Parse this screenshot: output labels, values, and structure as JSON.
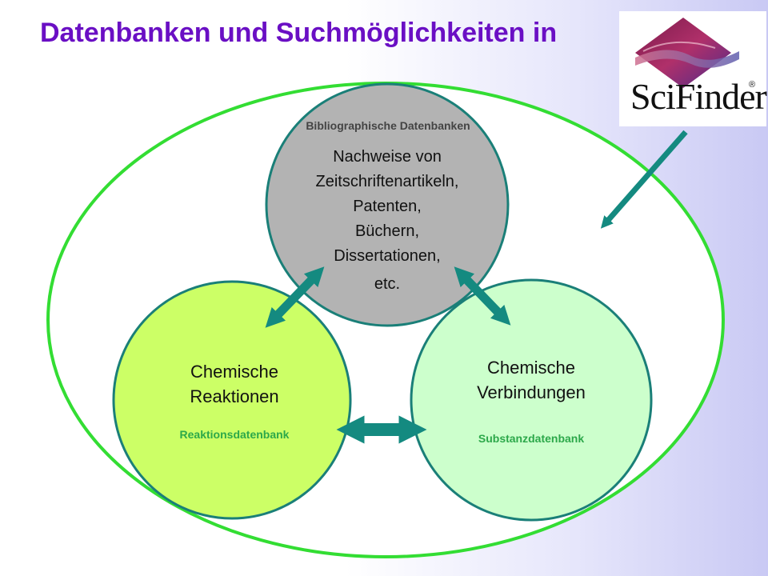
{
  "slide": {
    "title": "Datenbanken und  Suchmöglichkeiten in"
  },
  "logo": {
    "word": "SciFinder",
    "registered": "®"
  },
  "circles": {
    "bibliographic": {
      "label": "Bibliographische Datenbanken",
      "lines": [
        "Nachweise von",
        "Zeitschriftenartikeln,",
        "Patenten,",
        "Büchern,",
        "Dissertationen,"
      ],
      "etc": "etc."
    },
    "reactions": {
      "title_lines": [
        "Chemische",
        "Reaktionen"
      ],
      "subtitle": "Reaktionsdatenbank"
    },
    "compounds": {
      "title_lines": [
        "Chemische",
        "Verbindungen"
      ],
      "subtitle": "Substanzdatenbank"
    }
  },
  "colors": {
    "title": "#6a0fc4",
    "outer_ellipse": "#33dd33",
    "bibliographic_fill": "#b3b3b3",
    "reactions_fill": "#ccff66",
    "compounds_fill": "#ccffcc",
    "circle_border": "#1a7f78",
    "arrow": "#148a80",
    "subtitle_text": "#2ca84a"
  }
}
